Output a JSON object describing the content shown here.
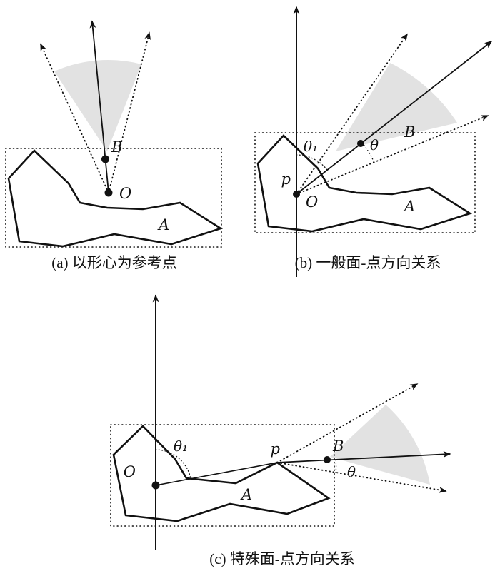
{
  "colors": {
    "stroke": "#111111",
    "shade": "#e2e2e2",
    "background": "#ffffff"
  },
  "figures": {
    "a": {
      "caption": "(a) 以形心为参考点",
      "labels": {
        "region": "A",
        "point_b": "B",
        "centroid": "O"
      }
    },
    "b": {
      "caption": "(b) 一般面-点方向关系",
      "labels": {
        "region": "A",
        "point_b": "B",
        "origin": "O",
        "ref_point": "p",
        "theta": "θ",
        "theta1": "θ₁"
      }
    },
    "c": {
      "caption": "(c) 特殊面-点方向关系",
      "labels": {
        "region": "A",
        "point_b": "B",
        "origin": "O",
        "ref_point": "p",
        "theta": "θ",
        "theta1": "θ₁"
      }
    }
  }
}
